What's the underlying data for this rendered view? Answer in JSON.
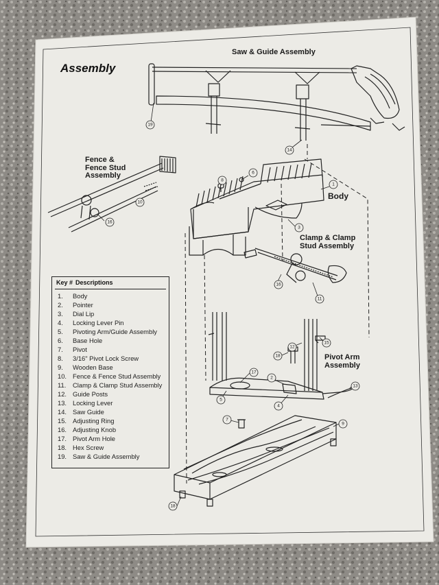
{
  "title": "Assembly",
  "labels": {
    "saw_guide": "Saw & Guide Assembly",
    "fence_l1": "Fence &",
    "fence_l2": "Fence Stud",
    "fence_l3": "Assembly",
    "body": "Body",
    "clamp_l1": "Clamp & Clamp",
    "clamp_l2": "Stud Assembly",
    "pivot_l1": "Pivot Arm",
    "pivot_l2": "Assembly"
  },
  "key": {
    "col_key": "Key #",
    "col_desc": "Descriptions",
    "items": [
      {
        "num": "1.",
        "desc": "Body"
      },
      {
        "num": "2.",
        "desc": "Pointer"
      },
      {
        "num": "3.",
        "desc": "Dial Lip"
      },
      {
        "num": "4.",
        "desc": "Locking Lever Pin"
      },
      {
        "num": "5.",
        "desc": "Pivoting Arm/Guide Assembly"
      },
      {
        "num": "6.",
        "desc": "Base Hole"
      },
      {
        "num": "7.",
        "desc": "Pivot"
      },
      {
        "num": "8.",
        "desc": "3/16\" Pivot Lock Screw"
      },
      {
        "num": "9.",
        "desc": "Wooden Base"
      },
      {
        "num": "10.",
        "desc": "Fence & Fence Stud Assembly"
      },
      {
        "num": "11.",
        "desc": "Clamp & Clamp Stud Assembly"
      },
      {
        "num": "12.",
        "desc": "Guide Posts"
      },
      {
        "num": "13.",
        "desc": "Locking Lever"
      },
      {
        "num": "14.",
        "desc": "Saw Guide"
      },
      {
        "num": "15.",
        "desc": "Adjusting Ring"
      },
      {
        "num": "16.",
        "desc": "Adjusting Knob"
      },
      {
        "num": "17.",
        "desc": "Pivot Arm Hole"
      },
      {
        "num": "18.",
        "desc": "Hex Screw"
      },
      {
        "num": "19.",
        "desc": "Saw & Guide Assembly"
      }
    ]
  },
  "callouts": [
    "1",
    "2",
    "3",
    "4",
    "5",
    "6",
    "7",
    "8",
    "9",
    "10",
    "11",
    "12",
    "13",
    "14",
    "15",
    "16",
    "17",
    "18",
    "19"
  ],
  "colors": {
    "paper": "#ecebe6",
    "ink": "#1f1f1f",
    "carpet": "#8d8a85"
  }
}
